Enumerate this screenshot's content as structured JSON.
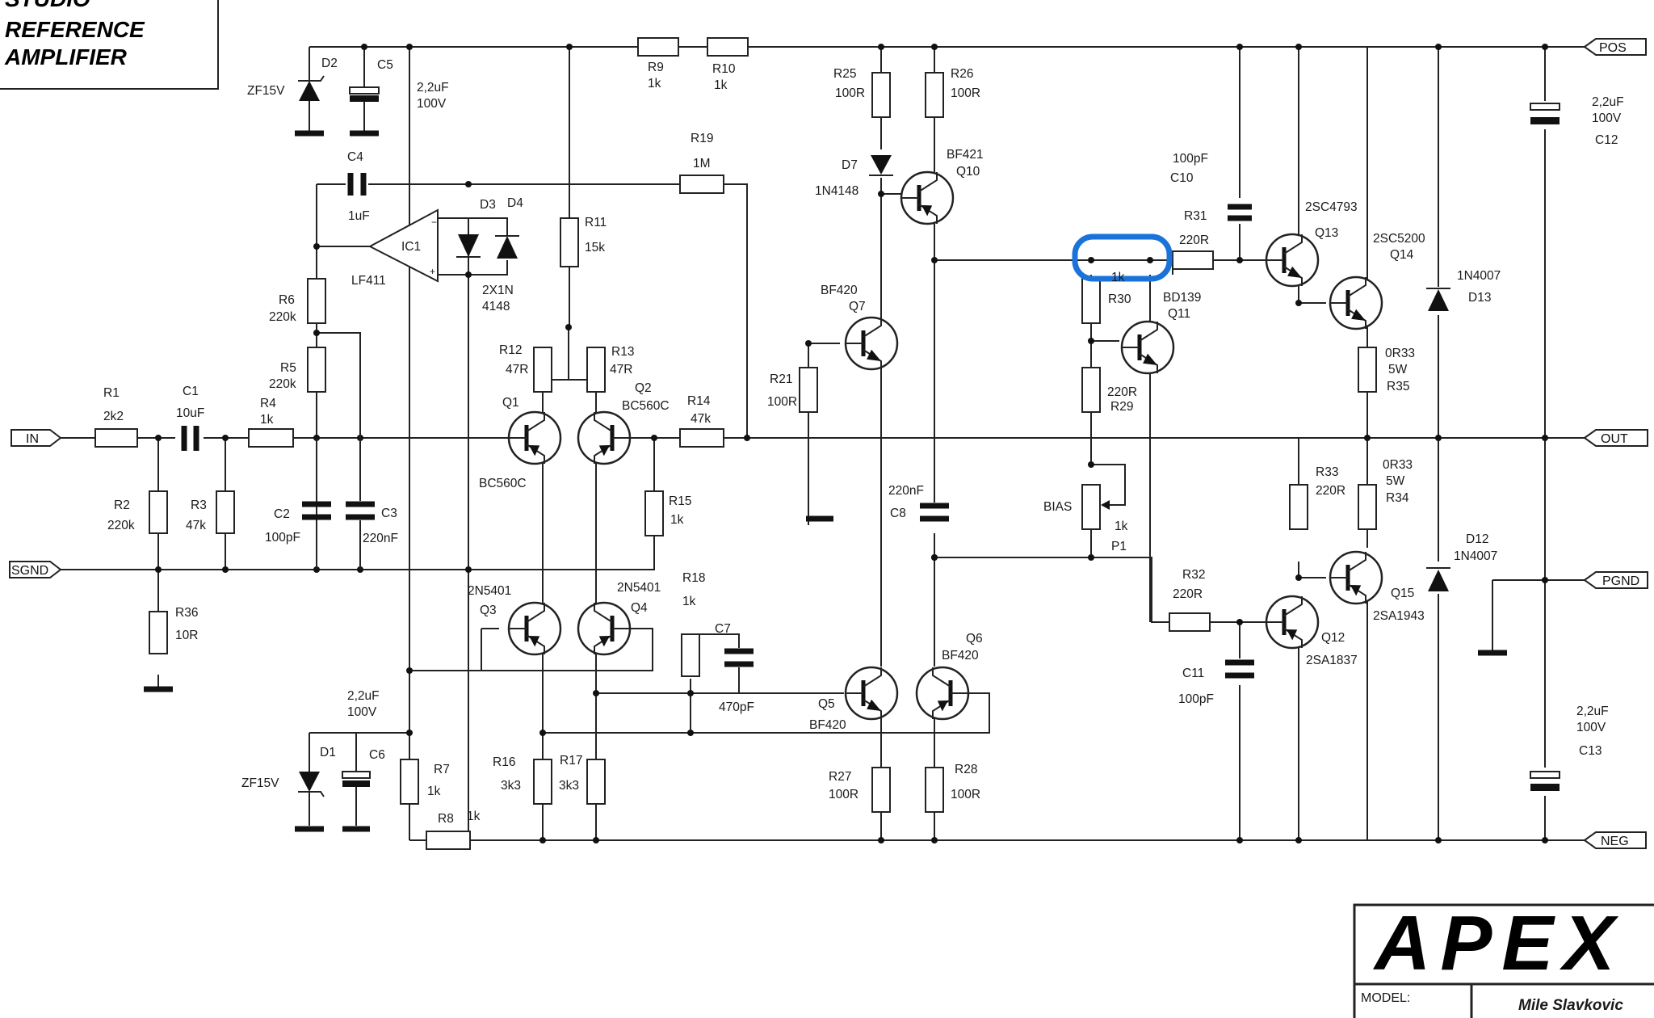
{
  "title": {
    "line1": "STUDIO",
    "line2": "REFERENCE",
    "line3": "AMPLIFIER"
  },
  "ports": {
    "pos": "POS",
    "in": "IN",
    "out": "OUT",
    "sgnd": "SGND",
    "pgnd": "PGND",
    "neg": "NEG"
  },
  "labels": {
    "d2": "D2",
    "zf15v_top": "ZF15V",
    "c5": "C5",
    "c5_val1": "2,2uF",
    "c5_val2": "100V",
    "r9": "R9",
    "r9_val": "1k",
    "r10": "R10",
    "r10_val": "1k",
    "r25": "R25",
    "r25_val": "100R",
    "r26": "R26",
    "r26_val": "100R",
    "c12_val1": "2,2uF",
    "c12_val2": "100V",
    "c12": "C12",
    "c4": "C4",
    "c4_val": "1uF",
    "r19": "R19",
    "r19_val": "1M",
    "d7": "D7",
    "d7_val": "1N4148",
    "q10_type": "BF421",
    "q10": "Q10",
    "c10_val": "100pF",
    "c10": "C10",
    "ic1": "IC1",
    "ic1_type": "LF411",
    "d3": "D3",
    "d4": "D4",
    "d34_val1": "2X1N",
    "d34_val2": "4148",
    "r11": "R11",
    "r11_val": "15k",
    "r31": "R31",
    "r31_val": "220R",
    "r30_val": "1k",
    "r30": "R30",
    "q13_type": "2SC4793",
    "q13": "Q13",
    "q14_type": "2SC5200",
    "q14": "Q14",
    "d13_type": "1N4007",
    "d13": "D13",
    "r6": "R6",
    "r6_val": "220k",
    "r5": "R5",
    "r5_val": "220k",
    "q7_type": "BF420",
    "q7": "Q7",
    "q11_type": "BD139",
    "q11": "Q11",
    "r12": "R12",
    "r12_val": "47R",
    "r13": "R13",
    "r13_val": "47R",
    "r35_val1": "0R33",
    "r35_val2": "5W",
    "r35": "R35",
    "r1": "R1",
    "r1_val": "2k2",
    "c1": "C1",
    "c1_val": "10uF",
    "r4": "R4",
    "r4_val": "1k",
    "q1": "Q1",
    "q2": "Q2",
    "q2_type": "BC560C",
    "q1_type": "BC560C",
    "r14": "R14",
    "r14_val": "47k",
    "r21": "R21",
    "r21_val": "100R",
    "r29_val": "220R",
    "r29": "R29",
    "r2": "R2",
    "r2_val": "220k",
    "r3": "R3",
    "r3_val": "47k",
    "c2": "C2",
    "c2_val": "100pF",
    "c3": "C3",
    "c3_val": "220nF",
    "r15": "R15",
    "r15_val": "1k",
    "c8_val": "220nF",
    "c8": "C8",
    "bias": "BIAS",
    "p1_val": "1k",
    "p1": "P1",
    "r33": "R33",
    "r33_val": "220R",
    "r34_val1": "0R33",
    "r34_val2": "5W",
    "r34": "R34",
    "d12": "D12",
    "d12_type": "1N4007",
    "r36": "R36",
    "r36_val": "10R",
    "q3_type": "2N5401",
    "q3": "Q3",
    "q4_type": "2N5401",
    "q4": "Q4",
    "r18": "R18",
    "r18_val": "1k",
    "c7": "C7",
    "c7_val": "470pF",
    "q6": "Q6",
    "q6_type": "BF420",
    "q5": "Q5",
    "q5_type": "BF420",
    "r32": "R32",
    "r32_val": "220R",
    "q15": "Q15",
    "q15_type": "2SA1943",
    "q12": "Q12",
    "q12_type": "2SA1837",
    "c11": "C11",
    "c11_val": "100pF",
    "c6_val1": "2,2uF",
    "c6_val2": "100V",
    "d1": "D1",
    "c6": "C6",
    "zf15v_bot": "ZF15V",
    "r7": "R7",
    "r7_val": "1k",
    "r8": "R8",
    "r8_val": "1k",
    "r16": "R16",
    "r16_val": "3k3",
    "r17": "R17",
    "r17_val": "3k3",
    "r27": "R27",
    "r27_val": "100R",
    "r28": "R28",
    "r28_val": "100R",
    "c13_val1": "2,2uF",
    "c13_val2": "100V",
    "c13": "C13"
  },
  "title_block": {
    "logo": "APEX",
    "model_label": "MODEL:",
    "author": "Mile Slavkovic"
  },
  "highlight_color": "#1a73d9"
}
